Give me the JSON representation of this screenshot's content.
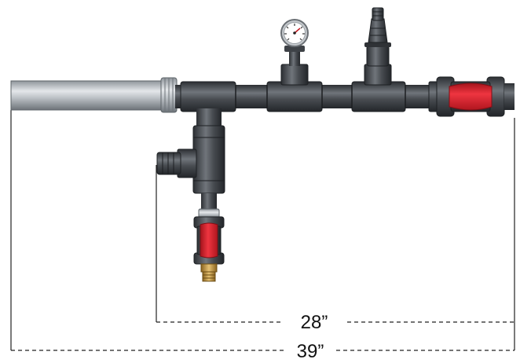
{
  "dimensions": {
    "inner_label": "28”",
    "outer_label": "39”"
  },
  "colors": {
    "pipe_dark": "#3a3d42",
    "pipe_mid": "#55595e",
    "pipe_light": "#7a7f85",
    "steel": "#a8adb2",
    "valve_red": "#d81e2a",
    "brass": "#c9a04a",
    "dashed_line": "#222222"
  },
  "components": {
    "main_pipe": "steel-inlet-pipe",
    "pressure_gauge": "pressure-gauge-icon",
    "injector": "injector-valve-icon",
    "main_valve": "ball-valve-icon",
    "bypass_valve": "ball-valve-icon",
    "hose_outlet": "hose-bib-icon",
    "brass_fitting": "brass-fitting-icon"
  }
}
